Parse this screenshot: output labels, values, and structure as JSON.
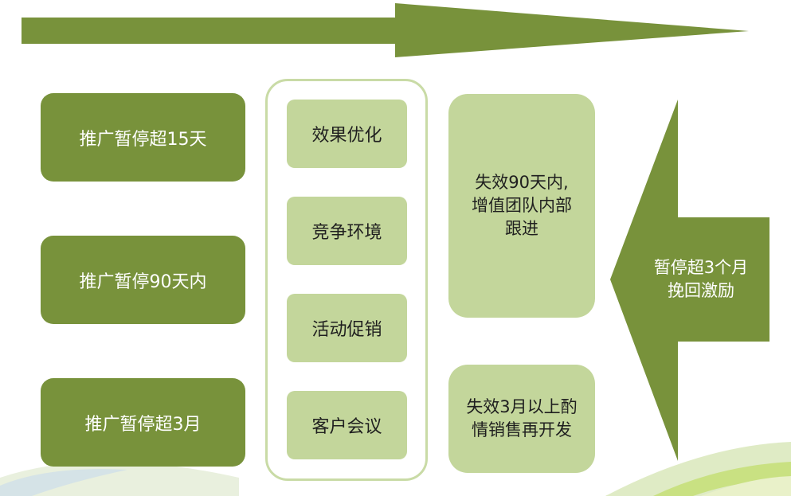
{
  "colors": {
    "dark_green": "#78923b",
    "light_green": "#c3d69b",
    "frame_border": "#c9dba6"
  },
  "stages": [
    {
      "label": "推广暂停超15天"
    },
    {
      "label": "推广暂停90天内"
    },
    {
      "label": "推广暂停超3月"
    }
  ],
  "factors": [
    {
      "label": "效果优化"
    },
    {
      "label": "竞争环境"
    },
    {
      "label": "活动促销"
    },
    {
      "label": "客户会议"
    }
  ],
  "actions": [
    {
      "label": "失效90天内,\n增值团队内部\n跟进"
    },
    {
      "label": "失效3月以上酌\n情销售再开发"
    }
  ],
  "incentive_arrow": {
    "label": "暂停超3个月\n挽回激励"
  },
  "icons": {
    "top_arrow": "right-arrow-icon",
    "incentive_arrow": "left-arrow-icon"
  }
}
